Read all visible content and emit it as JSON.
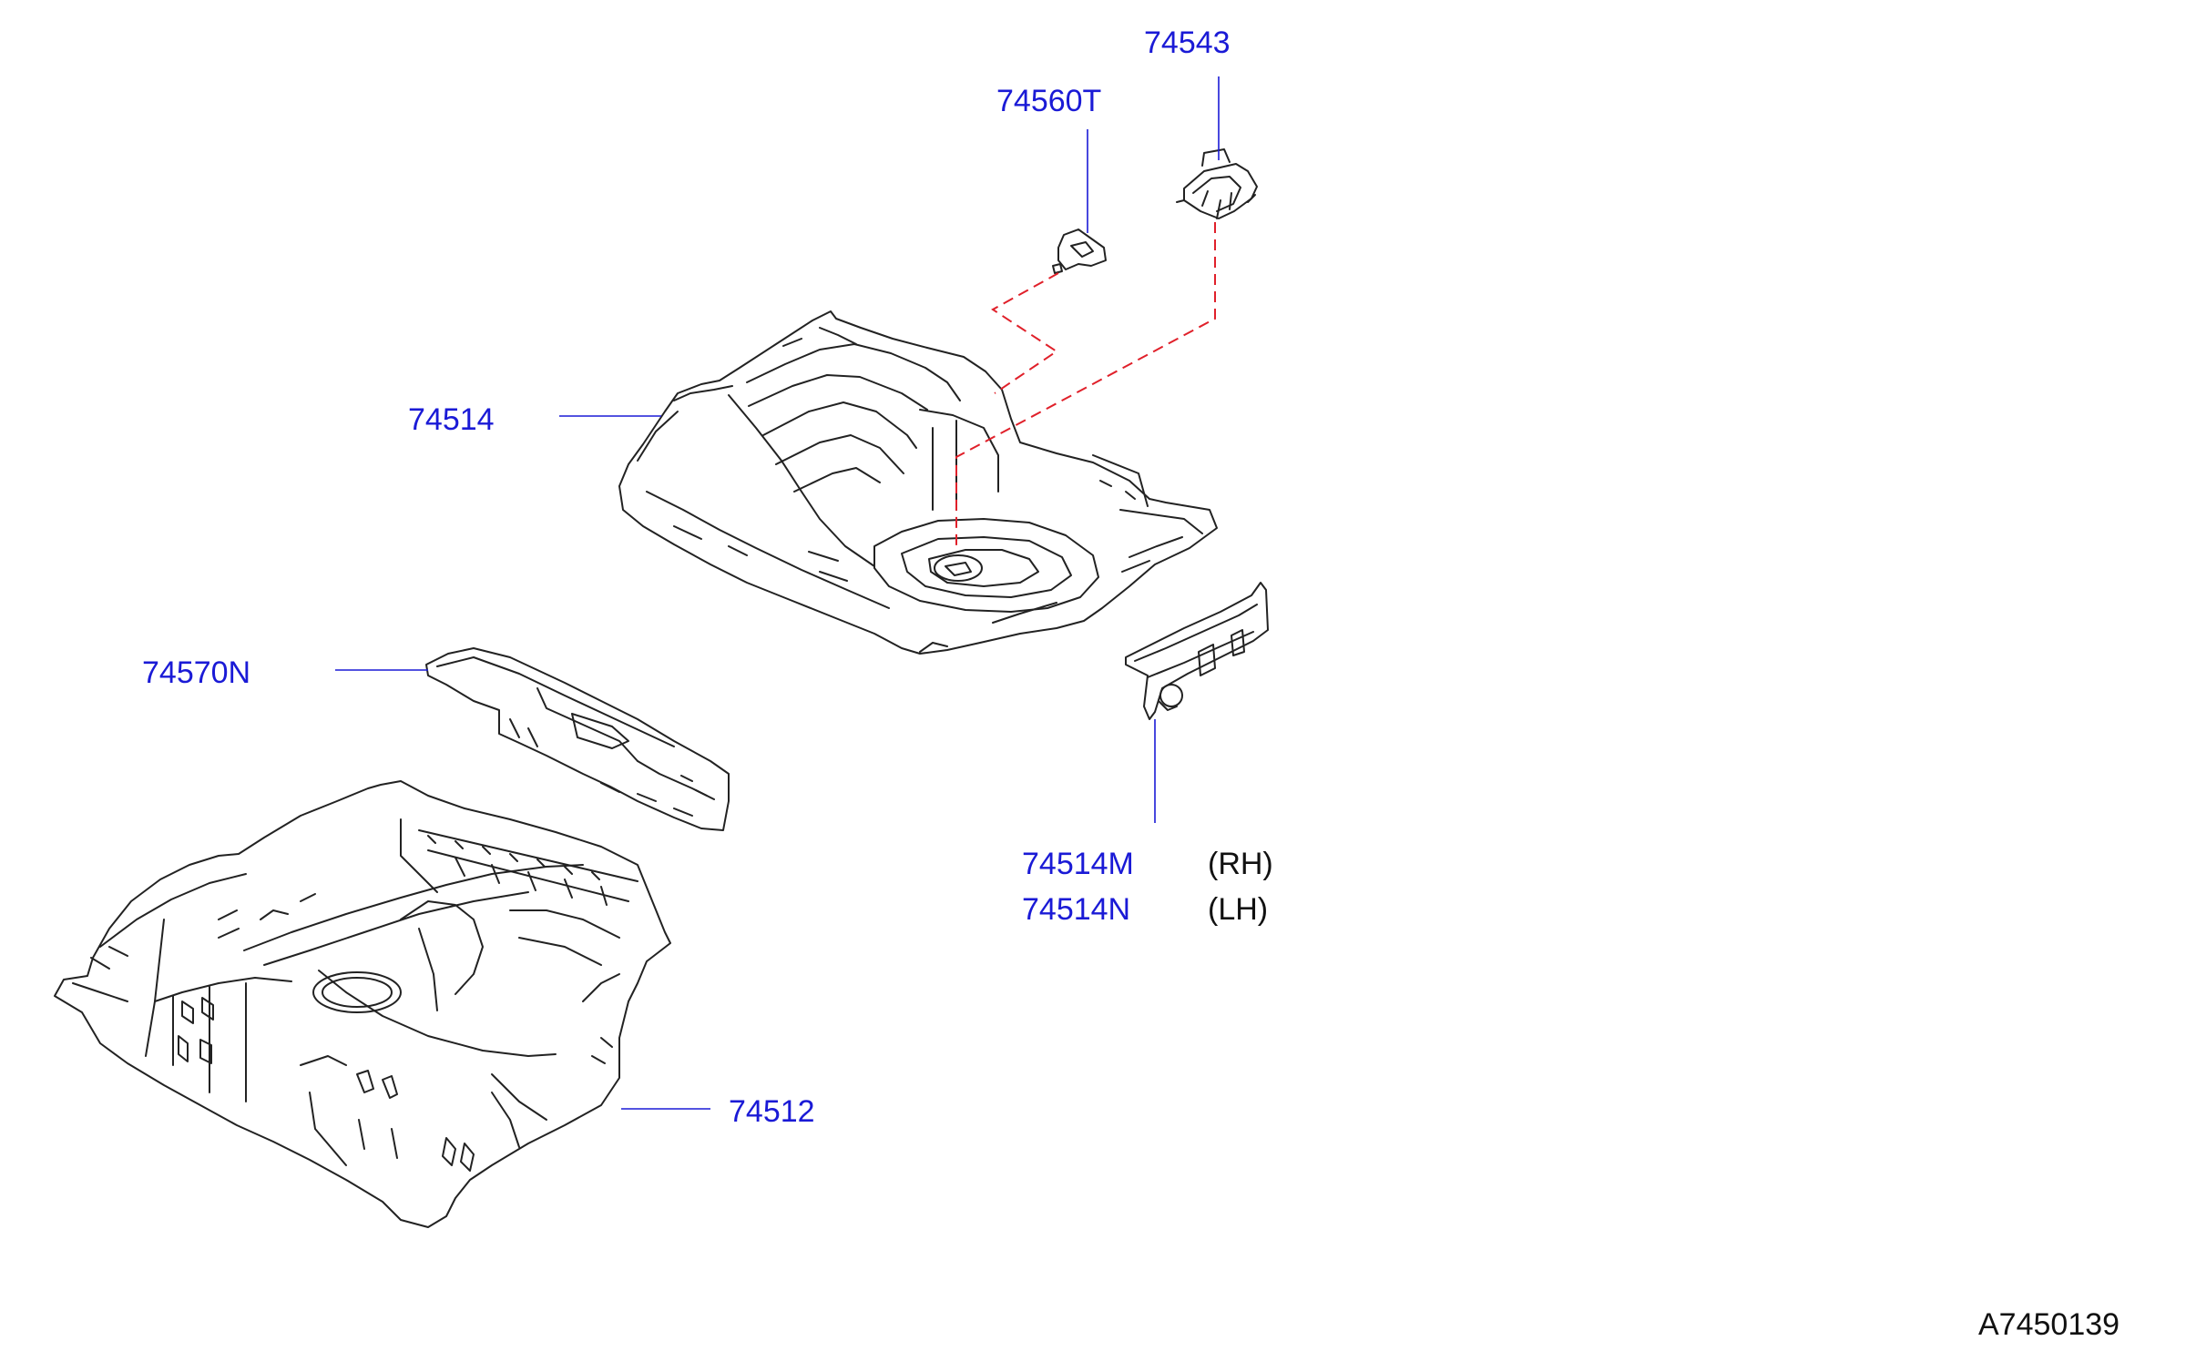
{
  "diagram": {
    "parts": [
      {
        "id": "p74543",
        "number": "74543"
      },
      {
        "id": "p74560T",
        "number": "74560T"
      },
      {
        "id": "p74514",
        "number": "74514"
      },
      {
        "id": "p74570N",
        "number": "74570N"
      },
      {
        "id": "p74512",
        "number": "74512"
      },
      {
        "id": "p74514M",
        "number": "74514M",
        "side": "(RH)"
      },
      {
        "id": "p74514N",
        "number": "74514N",
        "side": "(LH)"
      }
    ],
    "reference_code": "A7450139",
    "colors": {
      "part_number": "#1a1ad6",
      "leader_line": "#1a1ad6",
      "dashed_line": "#e0202a",
      "drawing": "#222222"
    }
  }
}
